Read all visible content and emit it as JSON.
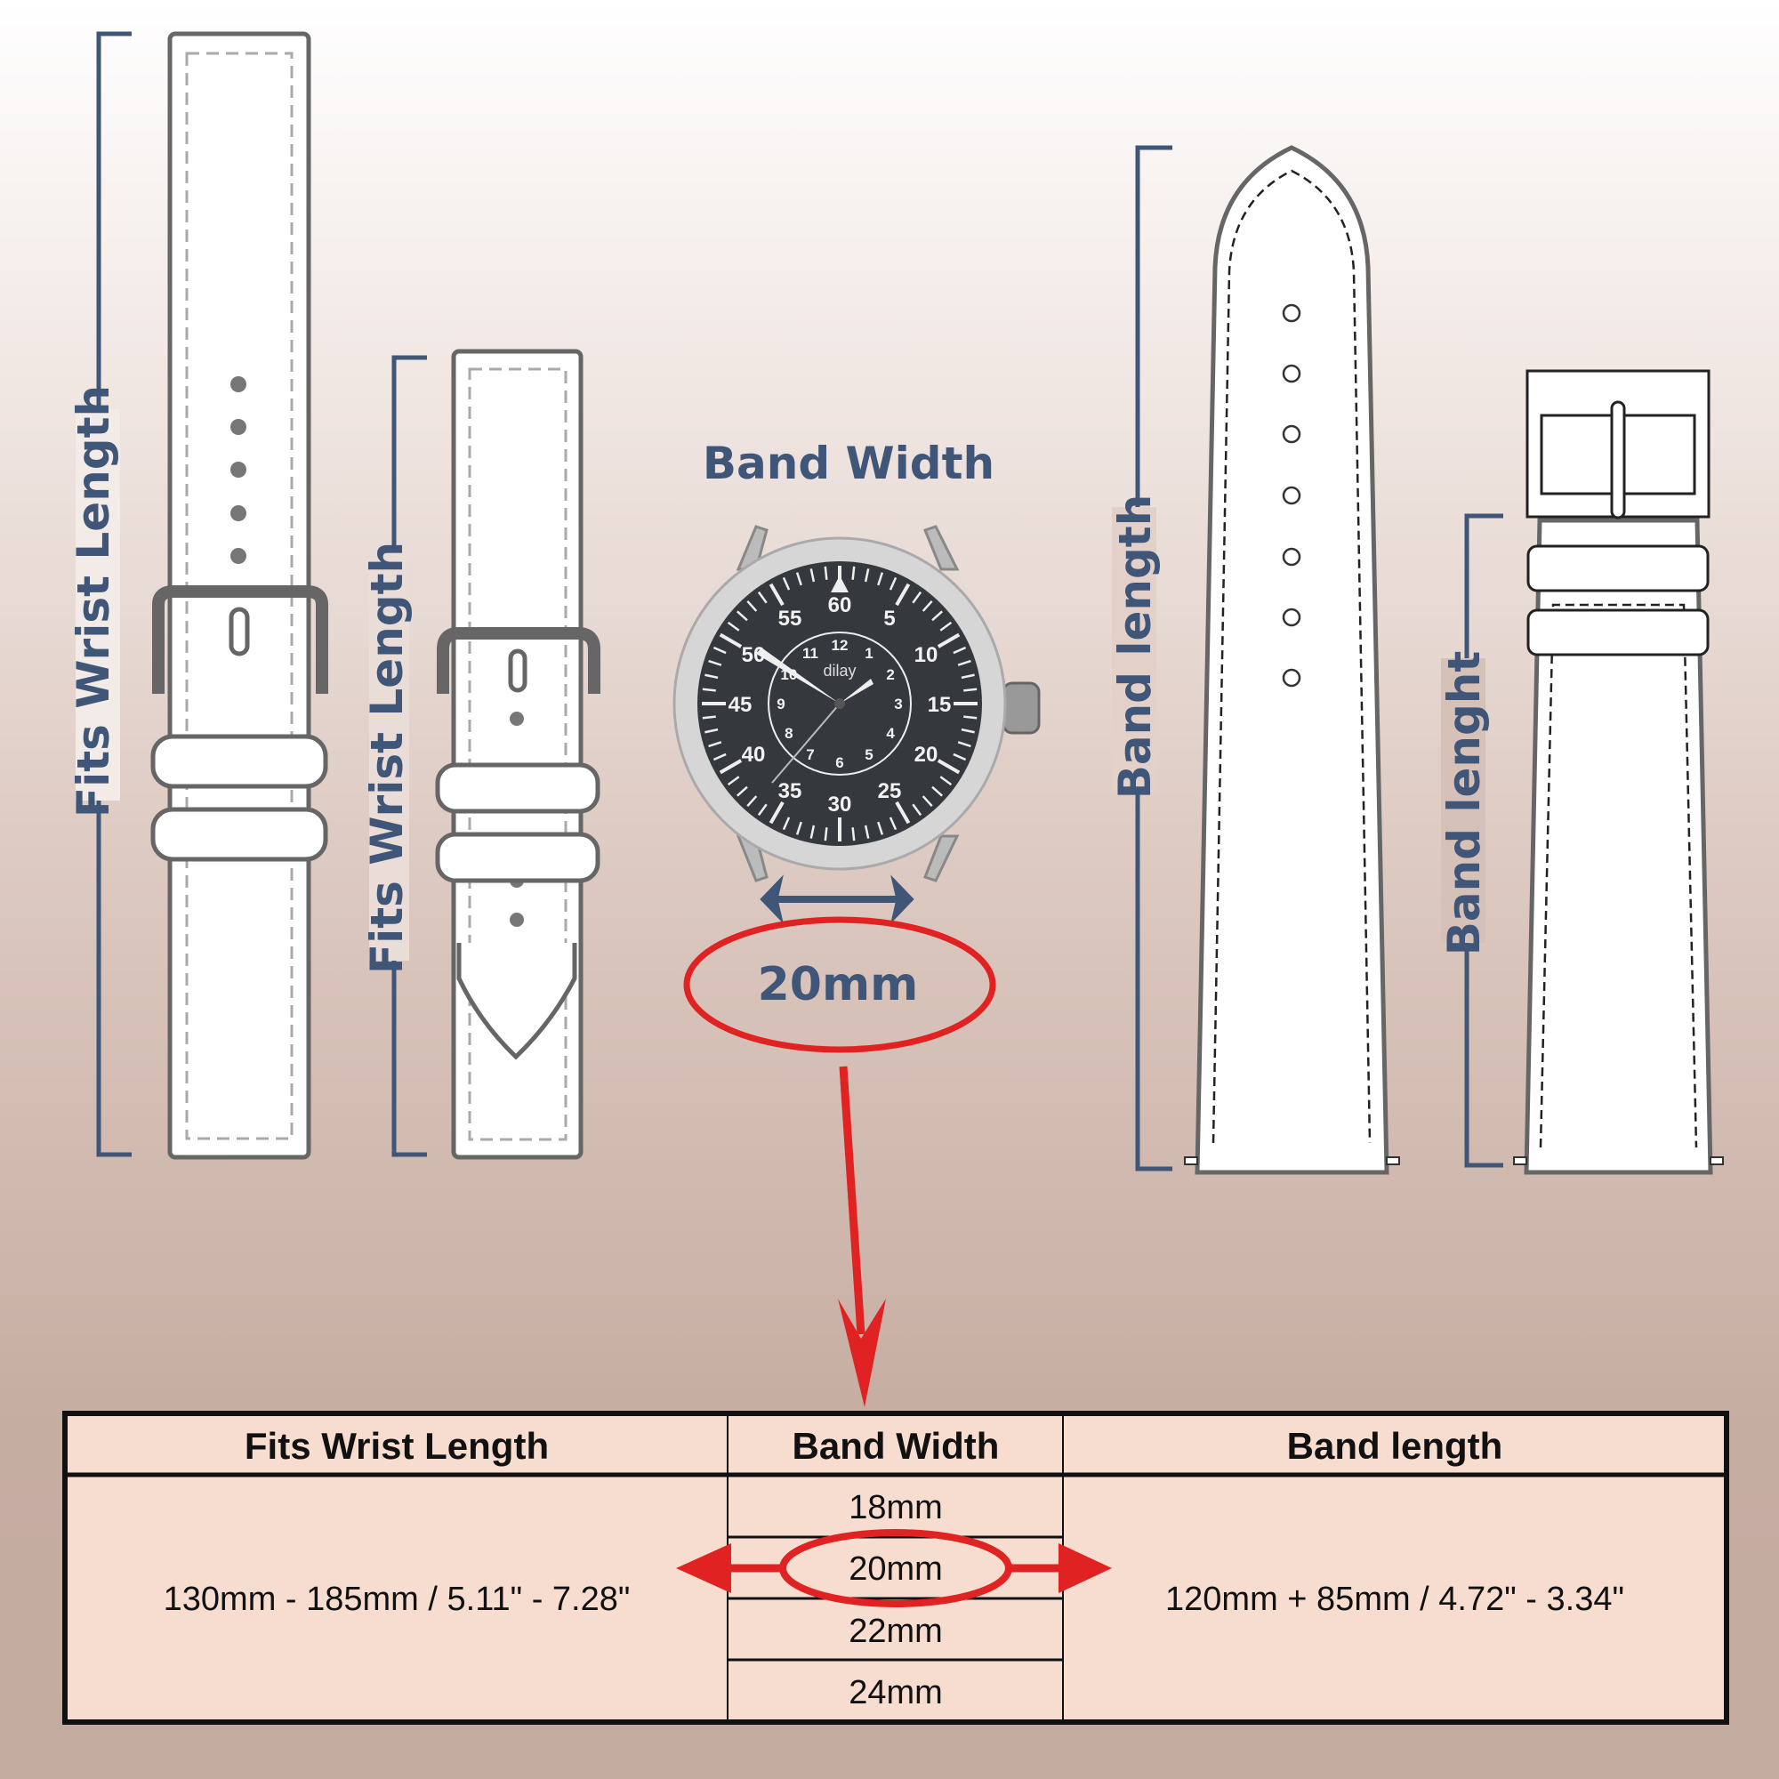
{
  "labels": {
    "fits_wrist_length_1": "Fits Wrist Length",
    "fits_wrist_length_2": "Fits Wrist Length",
    "band_width_title": "Band Width",
    "band_width_value": "20mm",
    "band_length_1": "Band length",
    "band_length_2": "Band lenght"
  },
  "watch": {
    "brand": "dilay",
    "minute_numbers": [
      "60",
      "5",
      "10",
      "15",
      "20",
      "25",
      "30",
      "35",
      "40",
      "45",
      "50",
      "55"
    ],
    "hour_numbers": [
      "12",
      "1",
      "2",
      "3",
      "4",
      "5",
      "6",
      "7",
      "8",
      "9",
      "10",
      "11"
    ]
  },
  "table": {
    "headers": [
      "Fits Wrist Length",
      "Band Width",
      "Band length"
    ],
    "wrist_length": "130mm - 185mm / 5.11\" - 7.28\"",
    "band_widths": [
      "18mm",
      "20mm",
      "22mm",
      "24mm"
    ],
    "band_length": "120mm + 85mm / 4.72\" - 3.34\"",
    "highlighted_width": "20mm"
  },
  "colors": {
    "accent_blue": "#3f5679",
    "highlight_red": "#e02222",
    "table_bg": "#f7ddd0"
  }
}
